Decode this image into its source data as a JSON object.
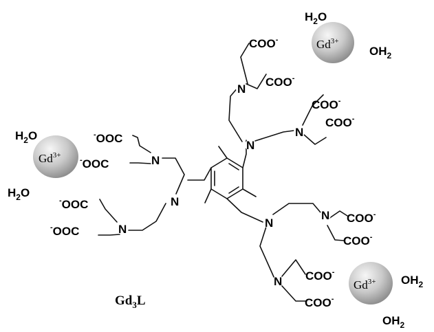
{
  "compound_label": {
    "main": "Gd",
    "sub": "3",
    "tail": "L"
  },
  "gd_ions": [
    {
      "main": "Gd",
      "sup": "3+"
    },
    {
      "main": "Gd",
      "sup": "3+"
    },
    {
      "main": "Gd",
      "sup": "3+"
    }
  ],
  "water": [
    {
      "a": "H",
      "sub": "2",
      "b": "O"
    },
    {
      "a": "OH",
      "sub": "2",
      "b": ""
    },
    {
      "a": "H",
      "sub": "2",
      "b": "O"
    },
    {
      "a": "H",
      "sub": "2",
      "b": "O"
    },
    {
      "a": "OH",
      "sub": "2",
      "b": ""
    },
    {
      "a": "OH",
      "sub": "2",
      "b": ""
    }
  ],
  "carboxylates": [
    {
      "text": "COO",
      "charge": "-"
    },
    {
      "text": "COO",
      "charge": "-"
    },
    {
      "text": "COO",
      "charge": "-"
    },
    {
      "text": "COO",
      "charge": "-"
    },
    {
      "charge": "-",
      "text": "OOC"
    },
    {
      "charge": "-",
      "text": "OOC"
    },
    {
      "charge": "-",
      "text": "OOC"
    },
    {
      "charge": "-",
      "text": "OOC"
    },
    {
      "text": "COO",
      "charge": "-"
    },
    {
      "text": "COO",
      "charge": "-"
    },
    {
      "text": "COO",
      "charge": "-"
    },
    {
      "text": "COO",
      "charge": "-"
    }
  ],
  "nitrogen_symbol": "N",
  "colors": {
    "bond": "#111111",
    "sphere_light": "#f6f6f6",
    "sphere_dark": "#8e8e8e"
  }
}
